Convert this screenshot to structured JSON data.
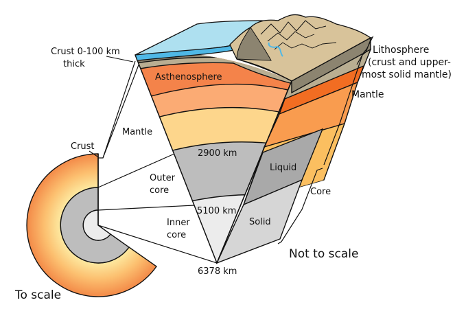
{
  "labels": {
    "crust_thickness_line1": "Crust 0-100 km",
    "crust_thickness_line2": "thick",
    "asthenosphere": "Asthenosphere",
    "mantle_left": "Mantle",
    "crust_left": "Crust",
    "outer_core_line1": "Outer",
    "outer_core_line2": "core",
    "inner_core_line1": "Inner",
    "inner_core_line2": "core",
    "depth_2900": "2900 km",
    "depth_5100": "5100 km",
    "depth_6378": "6378 km",
    "liquid": "Liquid",
    "solid": "Solid",
    "lithosphere_line1": "Lithosphere",
    "lithosphere_line2": "(crust and upper-",
    "lithosphere_line3": "most solid mantle)",
    "mantle_right": "Mantle",
    "core_right": "Core",
    "to_scale": "To scale",
    "not_to_scale": "Not to scale"
  },
  "colors": {
    "ocean_surface": "#aee0f0",
    "ocean_water": "#4fb8e6",
    "crust_dark": "#8c8470",
    "crust_light": "#b9ae92",
    "land_top": "#d8c39a",
    "asthenosphere": "#f4834a",
    "asthenosphere_side": "#f26d22",
    "upper_mantle": "#fbab74",
    "upper_mantle_side": "#f99c4f",
    "lower_mantle": "#fdd68c",
    "lower_mantle_side": "#fbbf60",
    "outer_core": "#bdbdbd",
    "outer_core_side": "#a9a9a9",
    "inner_core": "#ececec",
    "inner_core_side": "#d6d6d6",
    "outline": "#111111"
  }
}
